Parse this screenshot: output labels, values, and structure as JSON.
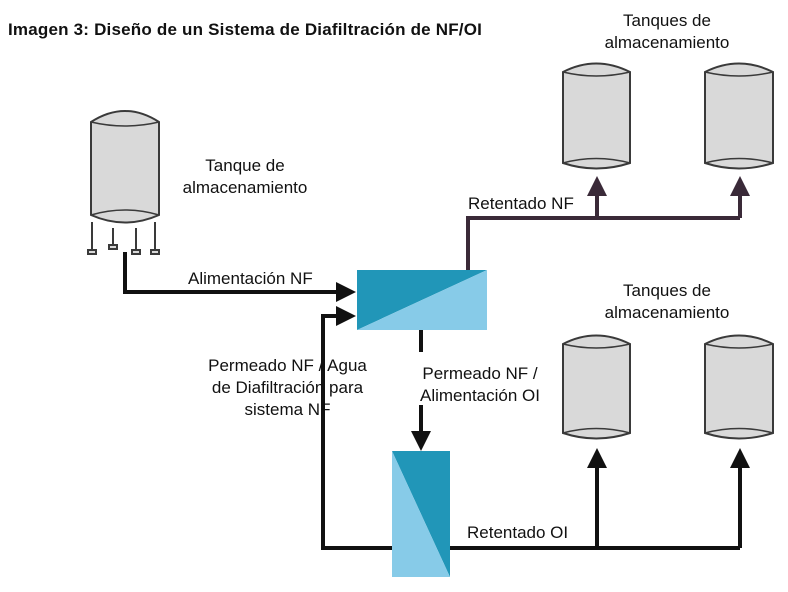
{
  "title": "Imagen 3: Diseño de un Sistema de Diafiltración de NF/OI",
  "labels": {
    "feed_tank_l1": "Tanque de",
    "feed_tank_l2": "almacenamiento",
    "top_tanks_l1": "Tanques de",
    "top_tanks_l2": "almacenamiento",
    "bottom_tanks_l1": "Tanques de",
    "bottom_tanks_l2": "almacenamiento",
    "nf_feed": "Alimentación NF",
    "nf_retentate": "Retentado NF",
    "nf_permeate_l1": "Permeado NF /",
    "nf_permeate_l2": "Alimentación OI",
    "diafiltration_l1": "Permeado NF / Agua",
    "diafiltration_l2": "de Diafiltración para",
    "diafiltration_l3": "sistema NF",
    "ro_retentate": "Retentado OI"
  },
  "colors": {
    "line_black": "#111111",
    "line_retentate_nf": "#3a2a38",
    "membrane_dark": "#2196b8",
    "membrane_light": "#87cbe8",
    "tank_fill": "#d9d9d9",
    "tank_stroke": "#3a3a3a"
  }
}
